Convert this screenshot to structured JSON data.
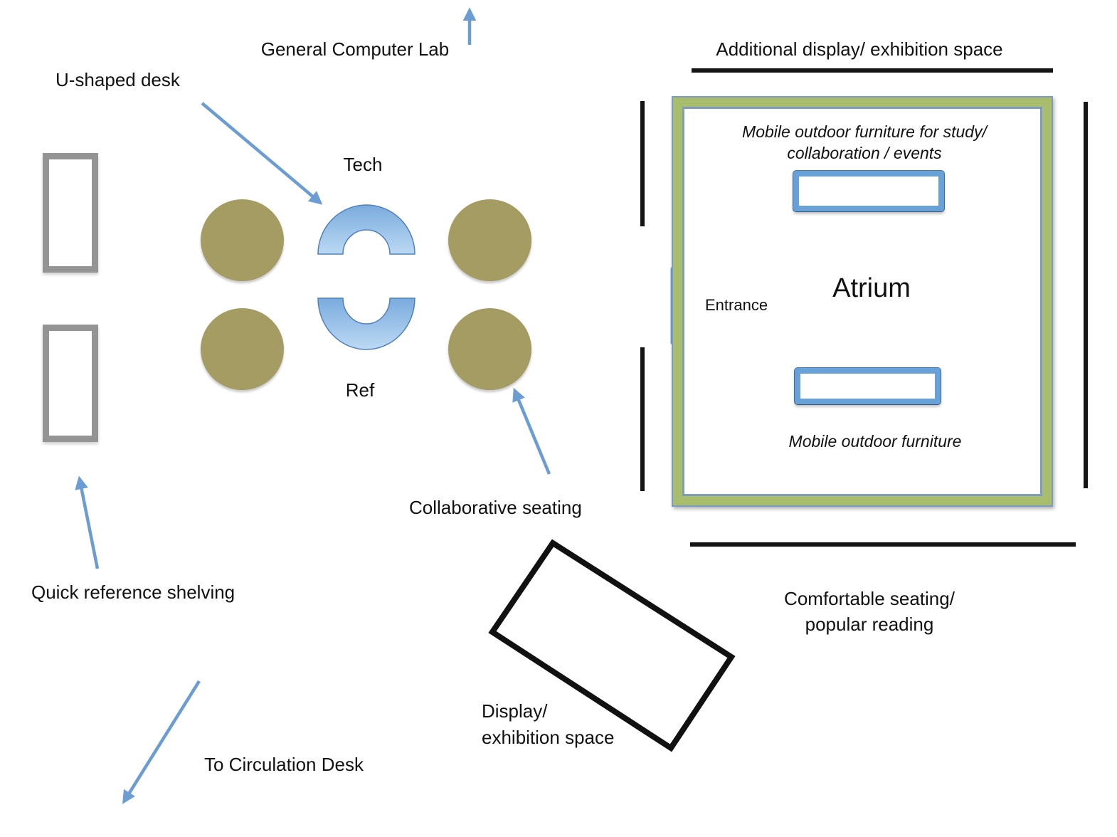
{
  "diagram": {
    "labels": {
      "general_computer_lab": "General Computer Lab",
      "u_shaped_desk": "U-shaped desk",
      "tech": "Tech",
      "ref": "Ref",
      "quick_reference_shelving": "Quick reference shelving",
      "to_circulation_desk": "To Circulation Desk",
      "collaborative_seating": "Collaborative seating",
      "additional_display_space": "Additional display/ exhibition space",
      "display_line1": "Display/",
      "display_line2": "exhibition space",
      "comfortable_line1": "Comfortable seating/",
      "comfortable_line2": "popular reading"
    },
    "atrium": {
      "title": "Atrium",
      "entrance": "Entrance",
      "top_note_line1": "Mobile outdoor furniture for study/",
      "top_note_line2": "collaboration / events",
      "bottom_note": "Mobile outdoor furniture"
    },
    "colors": {
      "arrow_blue": "#6b9cd3",
      "desk_blue_dark": "#85b2e0",
      "desk_blue_light": "#bcd9f4",
      "table_olive": "#a59c63",
      "shelf_gray": "#949494",
      "atrium_green": "#a8be6e",
      "atrium_blue_line": "#7e9cc0",
      "furniture_border_blue": "#68a1d8",
      "wall_black": "#141414"
    }
  }
}
